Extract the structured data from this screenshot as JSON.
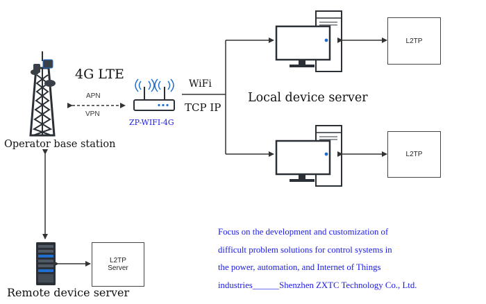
{
  "labels": {
    "lte": "4G LTE",
    "apn": "APN",
    "vpn": "VPN",
    "wifi": "WiFi",
    "tcp_ip": "TCP IP",
    "device_name": "ZP-WIFI-4G",
    "base_station": "Operator base station",
    "local_server": "Local device server",
    "remote_server": "Remote device server"
  },
  "boxes": {
    "l2tp_top": "L2TP",
    "l2tp_mid": "L2TP",
    "l2tp_server_line1": "L2TP",
    "l2tp_server_line2": "Server"
  },
  "description": {
    "line1": "Focus on the development and customization of",
    "line2": "difficult problem solutions for control systems in",
    "line3": "the power, automation, and Internet of Things",
    "line4": "industries______Shenzhen ZXTC Technology Co., Ltd."
  },
  "colors": {
    "text_blue": "#1a1ae6",
    "line": "#333333",
    "tower_dark": "#2b3036",
    "monitor_blue": "#1f6fd1"
  }
}
